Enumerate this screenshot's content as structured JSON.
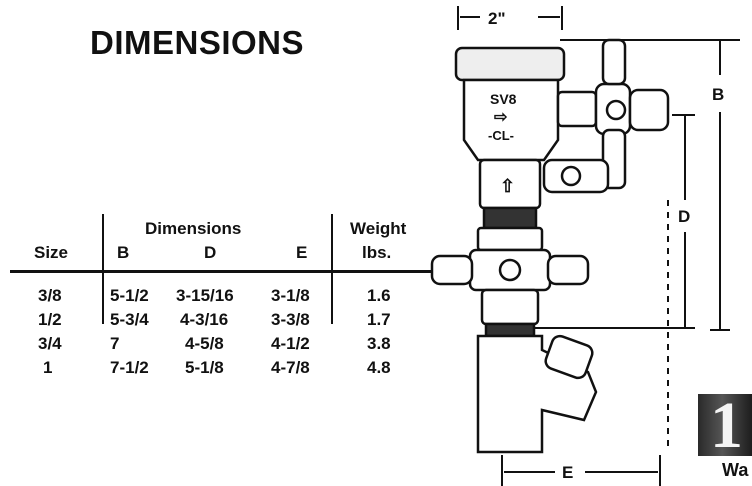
{
  "page": {
    "title": "DIMENSIONS"
  },
  "table": {
    "group_header": "Dimensions",
    "weight_header_line1": "Weight",
    "weight_header_line2": "lbs.",
    "columns": {
      "size": "Size",
      "b": "B",
      "d": "D",
      "e": "E"
    },
    "rows": [
      {
        "size": "3/8",
        "b": "5-1/2",
        "d": "3-15/16",
        "e": "3-1/8",
        "weight": "1.6"
      },
      {
        "size": "1/2",
        "b": "5-3/4",
        "d": "4-3/16",
        "e": "3-3/8",
        "weight": "1.7"
      },
      {
        "size": "3/4",
        "b": "7",
        "d": "4-5/8",
        "e": "4-1/2",
        "weight": "3.8"
      },
      {
        "size": "1",
        "b": "7-1/2",
        "d": "5-1/8",
        "e": "4-7/8",
        "weight": "4.8"
      }
    ]
  },
  "diagram": {
    "top_dimension": "2\"",
    "label_b": "B",
    "label_d": "D",
    "label_e": "E",
    "valve_marking_model": "SV8",
    "valve_marking_arrow": "⇨",
    "valve_marking_cl": "-CL-",
    "flow_arrow": "⇧"
  },
  "badge": {
    "number": "1",
    "text": "Wa"
  }
}
